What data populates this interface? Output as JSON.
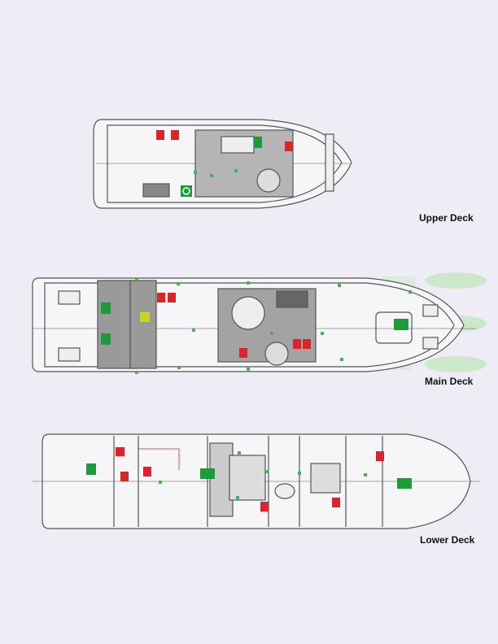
{
  "decks": [
    {
      "id": "upper",
      "label": "Upper Deck"
    },
    {
      "id": "main",
      "label": "Main Deck"
    },
    {
      "id": "lower",
      "label": "Lower Deck"
    }
  ],
  "icons": {
    "fire": "fire-extinguisher-sign-icon",
    "exit": "emergency-exit-sign-icon",
    "lifebuoy": "lifebuoy-sign-icon",
    "first_aid": "first-aid-sign-icon",
    "light": "emergency-light-icon"
  },
  "colors": {
    "background": "#eeedf6",
    "line": "#555555",
    "deck_fill": "#9a9a9a",
    "fire": "#d9262c",
    "exit": "#1f9a3a",
    "light": "#4caf50",
    "watermark": "#c6e6c0"
  }
}
